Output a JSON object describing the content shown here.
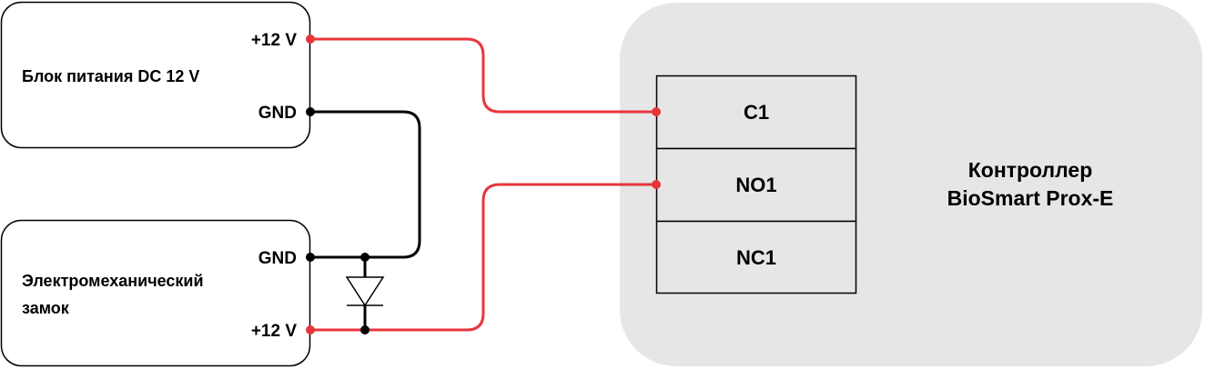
{
  "colors": {
    "positive_wire": "#e8353b",
    "ground_wire": "#000000",
    "controller_panel": "#e6e6e6",
    "box_border": "#000000",
    "box_fill": "#ffffff"
  },
  "power_supply": {
    "name": "Блок питания DC 12 V",
    "pin_plus": "+12 V",
    "pin_gnd": "GND"
  },
  "lock": {
    "name_line1": "Электромеханический",
    "name_line2": "замок",
    "pin_gnd": "GND",
    "pin_plus": "+12 V"
  },
  "controller": {
    "name_line1": "Контроллер",
    "name_line2": "BioSmart Prox-E",
    "terminals": [
      "C1",
      "NO1",
      "NC1"
    ]
  },
  "icons": {
    "diode": "diode-icon"
  }
}
